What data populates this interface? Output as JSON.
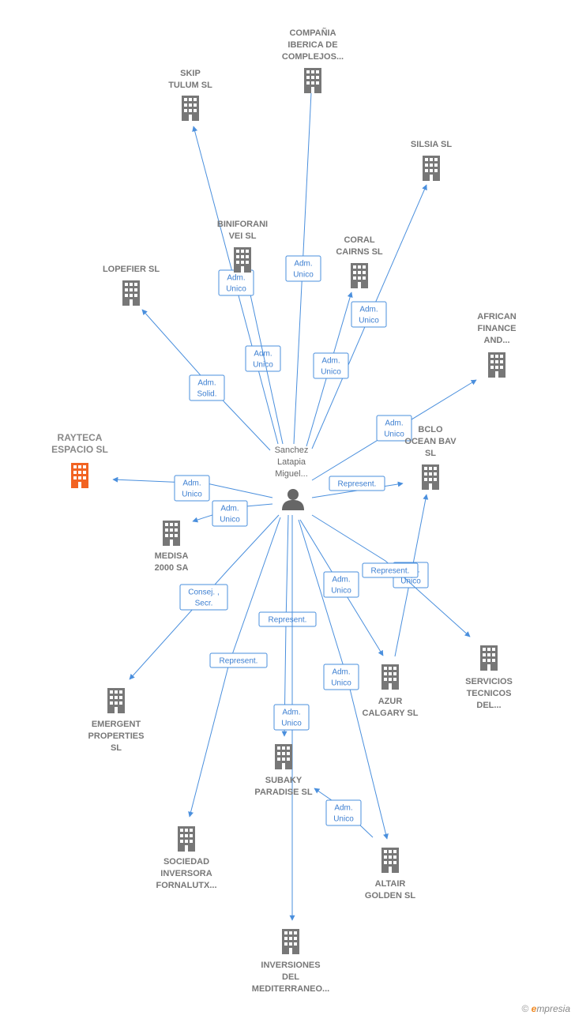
{
  "colors": {
    "edge": "#4a8fdd",
    "building": "#777777",
    "highlight": "#f26322",
    "person": "#666666"
  },
  "person": {
    "label_lines": [
      "Sanchez",
      "Latapia",
      "Miguel..."
    ],
    "icon": "person-icon"
  },
  "nodes": [
    {
      "id": "compania",
      "lines": [
        "COMPAÑIA",
        "IBERICA DE",
        "COMPLEJOS..."
      ]
    },
    {
      "id": "skip",
      "lines": [
        "SKIP",
        "TULUM  SL"
      ]
    },
    {
      "id": "silsia",
      "lines": [
        "SILSIA SL"
      ]
    },
    {
      "id": "biniforani",
      "lines": [
        "BINIFORANI",
        "VEI  SL"
      ]
    },
    {
      "id": "coral",
      "lines": [
        "CORAL",
        "CAIRNS SL"
      ]
    },
    {
      "id": "lopefier",
      "lines": [
        "LOPEFIER  SL"
      ]
    },
    {
      "id": "african",
      "lines": [
        "AFRICAN",
        "FINANCE",
        "AND..."
      ]
    },
    {
      "id": "rayteca",
      "lines": [
        "RAYTECA",
        "ESPACIO  SL"
      ],
      "highlight": true
    },
    {
      "id": "bclo",
      "lines": [
        "BCLO",
        "OCEAN BAV",
        "SL"
      ]
    },
    {
      "id": "medisa",
      "lines": [
        "MEDISA",
        "2000 SA"
      ]
    },
    {
      "id": "servicios",
      "lines": [
        "SERVICIOS",
        "TECNICOS",
        "DEL..."
      ]
    },
    {
      "id": "emergent",
      "lines": [
        "EMERGENT",
        "PROPERTIES",
        "SL"
      ]
    },
    {
      "id": "azur",
      "lines": [
        "AZUR",
        "CALGARY  SL"
      ]
    },
    {
      "id": "subaky",
      "lines": [
        "SUBAKY",
        "PARADISE  SL"
      ]
    },
    {
      "id": "sociedad",
      "lines": [
        "SOCIEDAD",
        "INVERSORA",
        "FORNALUTX..."
      ]
    },
    {
      "id": "altair",
      "lines": [
        "ALTAIR",
        "GOLDEN  SL"
      ]
    },
    {
      "id": "inversiones",
      "lines": [
        "INVERSIONES",
        "DEL",
        "MEDITERRANEO..."
      ]
    }
  ],
  "edges": [
    {
      "id": "e-compania",
      "lines": [
        "Adm.",
        "Unico"
      ]
    },
    {
      "id": "e-skip",
      "lines": [
        "Adm.",
        "Unico"
      ]
    },
    {
      "id": "e-biniforani",
      "lines": [
        "Adm.",
        "Unico"
      ]
    },
    {
      "id": "e-silsia",
      "lines": [
        "Adm.",
        "Unico"
      ]
    },
    {
      "id": "e-coral",
      "lines": [
        "Adm.",
        "Unico"
      ]
    },
    {
      "id": "e-lopefier",
      "lines": [
        "Adm.",
        "Solid."
      ]
    },
    {
      "id": "e-african",
      "lines": [
        "Adm.",
        "Unico"
      ]
    },
    {
      "id": "e-rayteca",
      "lines": [
        "Adm.",
        "Unico"
      ]
    },
    {
      "id": "e-medisa",
      "lines": [
        "Adm.",
        "Unico"
      ]
    },
    {
      "id": "e-bclo",
      "lines": [
        "Represent."
      ]
    },
    {
      "id": "e-azur-bclo",
      "lines": [
        "Adm.",
        "Unico"
      ]
    },
    {
      "id": "e-servicios",
      "lines": [
        "Represent."
      ]
    },
    {
      "id": "e-azur",
      "lines": [
        "Adm.",
        "Unico"
      ]
    },
    {
      "id": "e-emergent",
      "lines": [
        "Consej. ,",
        "Secr."
      ]
    },
    {
      "id": "e-subaky-rep",
      "lines": [
        "Represent."
      ]
    },
    {
      "id": "e-sociedad",
      "lines": [
        "Represent."
      ]
    },
    {
      "id": "e-subaky",
      "lines": [
        "Adm.",
        "Unico"
      ]
    },
    {
      "id": "e-altair",
      "lines": [
        "Adm.",
        "Unico"
      ]
    },
    {
      "id": "e-altair-subaky",
      "lines": [
        "Adm.",
        "Unico"
      ]
    }
  ],
  "footer": {
    "copyright": "©",
    "brand_e": "e",
    "brand_rest": "mpresia"
  }
}
